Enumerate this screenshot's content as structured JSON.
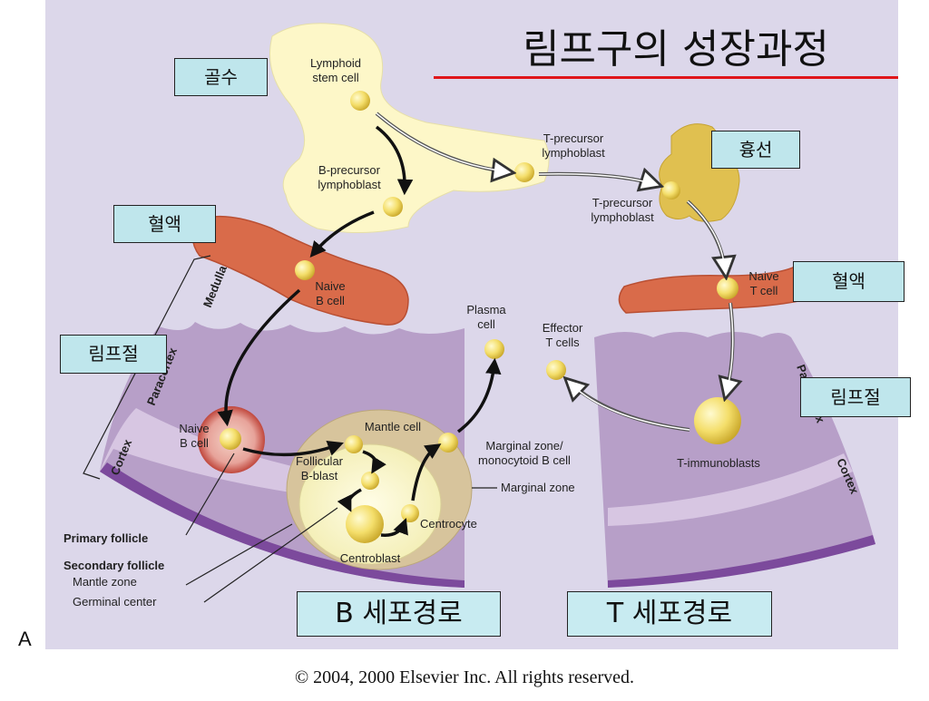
{
  "title": "림프구의 성장과정",
  "tags": {
    "bone_marrow": "골수",
    "thymus": "흉선",
    "blood_left": "혈액",
    "blood_right": "혈액",
    "lymph_node_left": "림프절",
    "lymph_node_right": "림프절"
  },
  "pathways": {
    "b_path": "B 세포경로",
    "t_path": "T 세포경로"
  },
  "labels": {
    "lymphoid_stem_1": "Lymphoid",
    "lymphoid_stem_2": "stem cell",
    "b_precursor_1": "B-precursor",
    "b_precursor_2": "lymphoblast",
    "t_precursor_a1": "T-precursor",
    "t_precursor_a2": "lymphoblast",
    "t_precursor_b1": "T-precursor",
    "t_precursor_b2": "lymphoblast",
    "naive_b_blood_1": "Naive",
    "naive_b_blood_2": "B cell",
    "naive_t_1": "Naive",
    "naive_t_2": "T cell",
    "plasma_1": "Plasma",
    "plasma_2": "cell",
    "effector_1": "Effector",
    "effector_2": "T cells",
    "naive_b_node_1": "Naive",
    "naive_b_node_2": "B cell",
    "mantle_cell": "Mantle cell",
    "follicular_1": "Follicular",
    "follicular_2": "B-blast",
    "marginal_b_1": "Marginal zone/",
    "marginal_b_2": "monocytoid B cell",
    "marginal_zone": "Marginal zone",
    "centrocyte": "Centrocyte",
    "centroblast": "Centroblast",
    "t_immunoblasts": "T-immunoblasts",
    "medulla": "Medulla",
    "paracortex": "Paracortex",
    "cortex_left": "Cortex",
    "paracortex_right": "Paracortex",
    "cortex_right": "Cortex",
    "primary_follicle": "Primary follicle",
    "secondary_follicle": "Secondary follicle",
    "mantle_zone": "Mantle zone",
    "germinal_center": "Germinal center"
  },
  "panel_letter": "A",
  "copyright": "© 2004, 2000 Elsevier Inc. All rights reserved."
}
